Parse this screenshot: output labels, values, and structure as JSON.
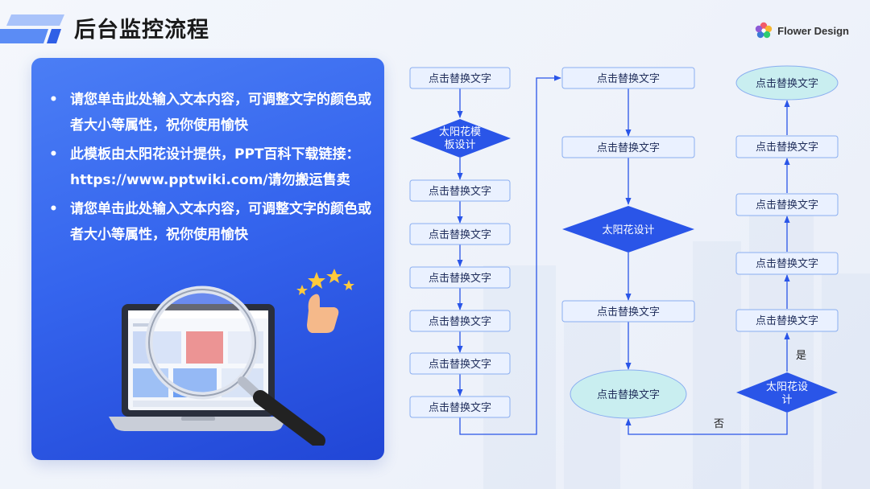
{
  "header": {
    "title": "后台监控流程",
    "brand": "Flower Design"
  },
  "panel": {
    "bullets": [
      "请您单击此处输入文本内容，可调整文字的颜色或者大小等属性，祝你使用愉快",
      "此模板由太阳花设计提供，PPT百科下载链接：https://www.pptwiki.com/请勿搬运售卖",
      "请您单击此处输入文本内容，可调整文字的颜色或者大小等属性，祝你使用愉快"
    ],
    "bullet_symbol": "•",
    "illustration_icons": [
      "laptop-icon",
      "magnifier-icon",
      "thumbs-up-icon",
      "stars-icon"
    ]
  },
  "flow": {
    "col1": {
      "step1": "点击替换文字",
      "decision": [
        "太阳花模",
        "板设计"
      ],
      "step2": "点击替换文字",
      "step3": "点击替换文字",
      "step4": "点击替换文字",
      "step5": "点击替换文字",
      "step6": "点击替换文字",
      "step7": "点击替换文字"
    },
    "col2": {
      "step1": "点击替换文字",
      "step2": "点击替换文字",
      "decision": "太阳花设计",
      "step3": "点击替换文字",
      "end": "点击替换文字"
    },
    "col3": {
      "end": "点击替换文字",
      "step1": "点击替换文字",
      "step2": "点击替换文字",
      "step3": "点击替换文字",
      "step4": "点击替换文字",
      "decision": [
        "太阳花设",
        "计"
      ]
    },
    "labels": {
      "yes": "是",
      "no": "否"
    },
    "colors": {
      "accent": "#2a55e8",
      "box_fill": "#eaf1ff",
      "box_stroke": "#8aaef0",
      "ellipse_fill": "#c9eef0"
    }
  }
}
